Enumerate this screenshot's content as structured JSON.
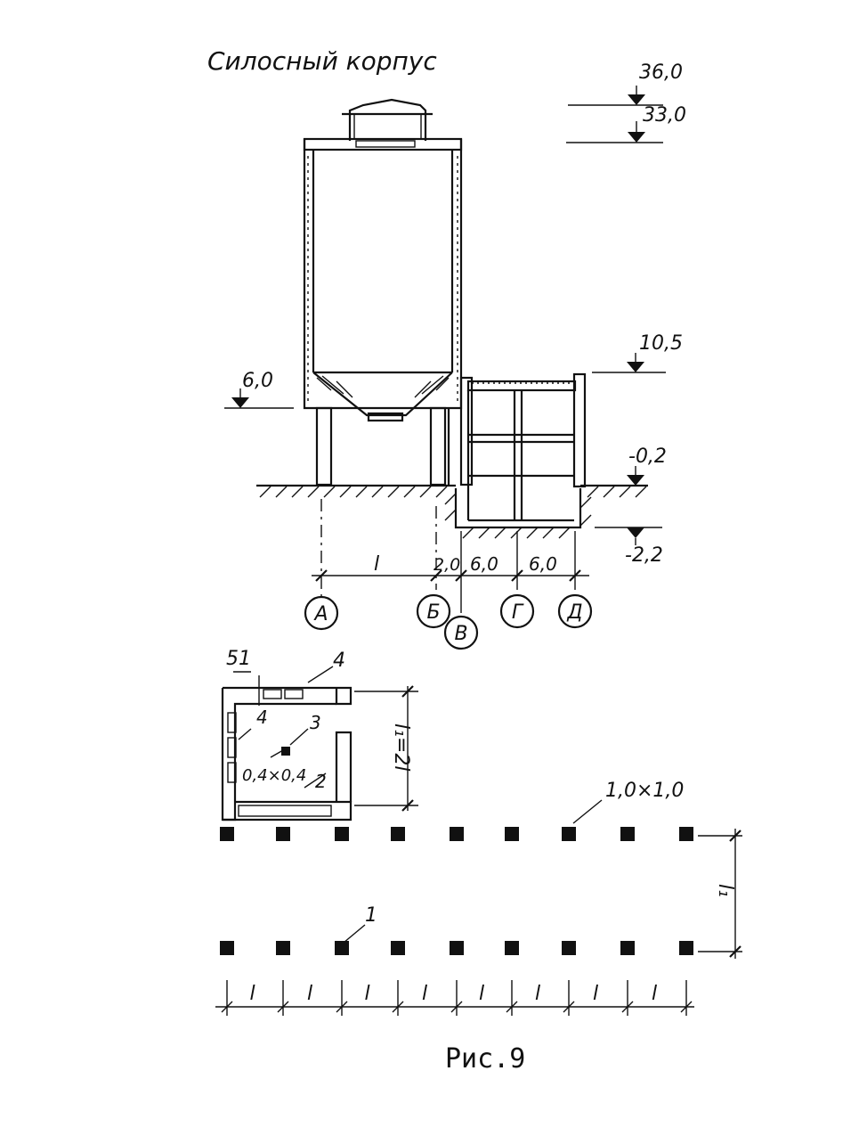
{
  "title": "Силосный корпус",
  "caption": "Рис.9",
  "elevations": {
    "e36": "36,0",
    "e33": "33,0",
    "e10_5": "10,5",
    "e6": "6,0",
    "e_0_2": "-0,2",
    "e_2_2": "-2,2"
  },
  "axes": {
    "A": "А",
    "B": "Б",
    "V": "В",
    "G": "Г",
    "D": "Д"
  },
  "dimensions": {
    "section_span": "l",
    "section_b_v": "2,0",
    "section_v_g": "6,0",
    "section_g_d": "6,0",
    "plan_width": "l₁=2l",
    "column_size": "0,4×0,4",
    "pile_size": "1,0×1,0",
    "plan_l1": "l₁",
    "plan_step": "l"
  },
  "markers": {
    "m1": "1",
    "m2": "2",
    "m3": "3",
    "m4a": "4",
    "m4b": "4",
    "m51": "51"
  }
}
